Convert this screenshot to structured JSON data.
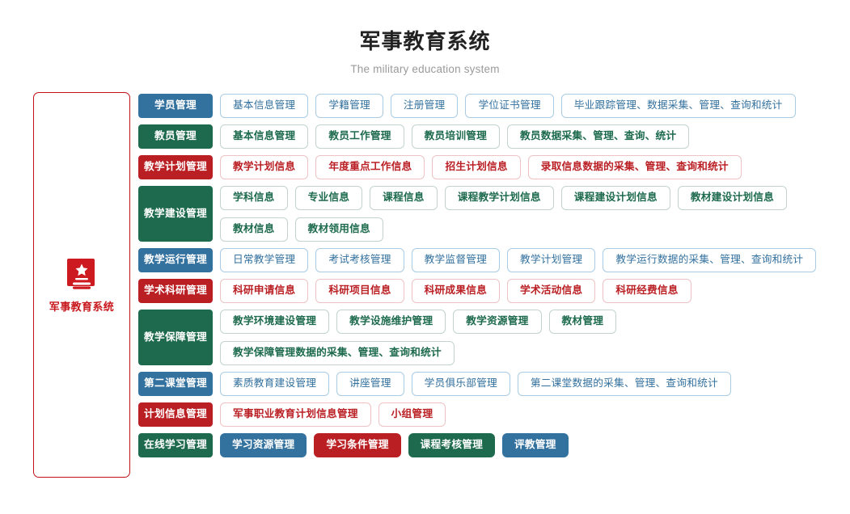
{
  "header": {
    "title": "军事教育系统",
    "subtitle": "The military education system"
  },
  "sidebar": {
    "icon": "book-star-icon",
    "brand_label": "军事教育系统",
    "border_color": "#bf1116",
    "brand_color": "#c8181d"
  },
  "colors": {
    "blue": "#33719e",
    "green": "#1d6a4e",
    "red": "#ba1f24",
    "blue_border": "#a9cce4",
    "green_border": "#c3d4cc",
    "red_border": "#eec3c5",
    "title": "#222222",
    "subtitle": "#9a9a9a"
  },
  "rows": [
    {
      "label": "学员管理",
      "color": "blue",
      "style": "outline",
      "items": [
        "基本信息管理",
        "学籍管理",
        "注册管理",
        "学位证书管理",
        "毕业跟踪管理、数据采集、管理、查询和统计"
      ]
    },
    {
      "label": "教员管理",
      "color": "green",
      "style": "outline",
      "items": [
        "基本信息管理",
        "教员工作管理",
        "教员培训管理",
        "教员数据采集、管理、查询、统计"
      ]
    },
    {
      "label": "教学计划管理",
      "color": "red",
      "style": "outline",
      "items": [
        "教学计划信息",
        "年度重点工作信息",
        "招生计划信息",
        "录取信息数据的采集、管理、查询和统计"
      ]
    },
    {
      "label": "教学建设管理",
      "color": "green",
      "style": "outline",
      "items": [
        "学科信息",
        "专业信息",
        "课程信息",
        "课程教学计划信息",
        "课程建设计划信息",
        "教材建设计划信息",
        "教材信息",
        "教材领用信息"
      ]
    },
    {
      "label": "教学运行管理",
      "color": "blue",
      "style": "outline",
      "items": [
        "日常教学管理",
        "考试考核管理",
        "教学监督管理",
        "教学计划管理",
        "教学运行数据的采集、管理、查询和统计"
      ]
    },
    {
      "label": "学术科研管理",
      "color": "red",
      "style": "outline",
      "items": [
        "科研申请信息",
        "科研项目信息",
        "科研成果信息",
        "学术活动信息",
        "科研经费信息"
      ]
    },
    {
      "label": "教学保障管理",
      "color": "green",
      "style": "outline",
      "items": [
        "教学环境建设管理",
        "教学设施维护管理",
        "教学资源管理",
        "教材管理",
        "教学保障管理数据的采集、管理、查询和统计"
      ]
    },
    {
      "label": "第二课堂管理",
      "color": "blue",
      "style": "outline",
      "items": [
        "素质教育建设管理",
        "讲座管理",
        "学员俱乐部管理",
        "第二课堂数据的采集、管理、查询和统计"
      ]
    },
    {
      "label": "计划信息管理",
      "color": "red",
      "style": "outline",
      "items": [
        "军事职业教育计划信息管理",
        "小组管理"
      ]
    },
    {
      "label": "在线学习管理",
      "color": "green",
      "style": "solid",
      "items": [
        "学习资源管理",
        "学习条件管理",
        "课程考核管理",
        "评教管理"
      ],
      "item_colors": [
        "blue",
        "red",
        "green",
        "blue"
      ]
    }
  ]
}
